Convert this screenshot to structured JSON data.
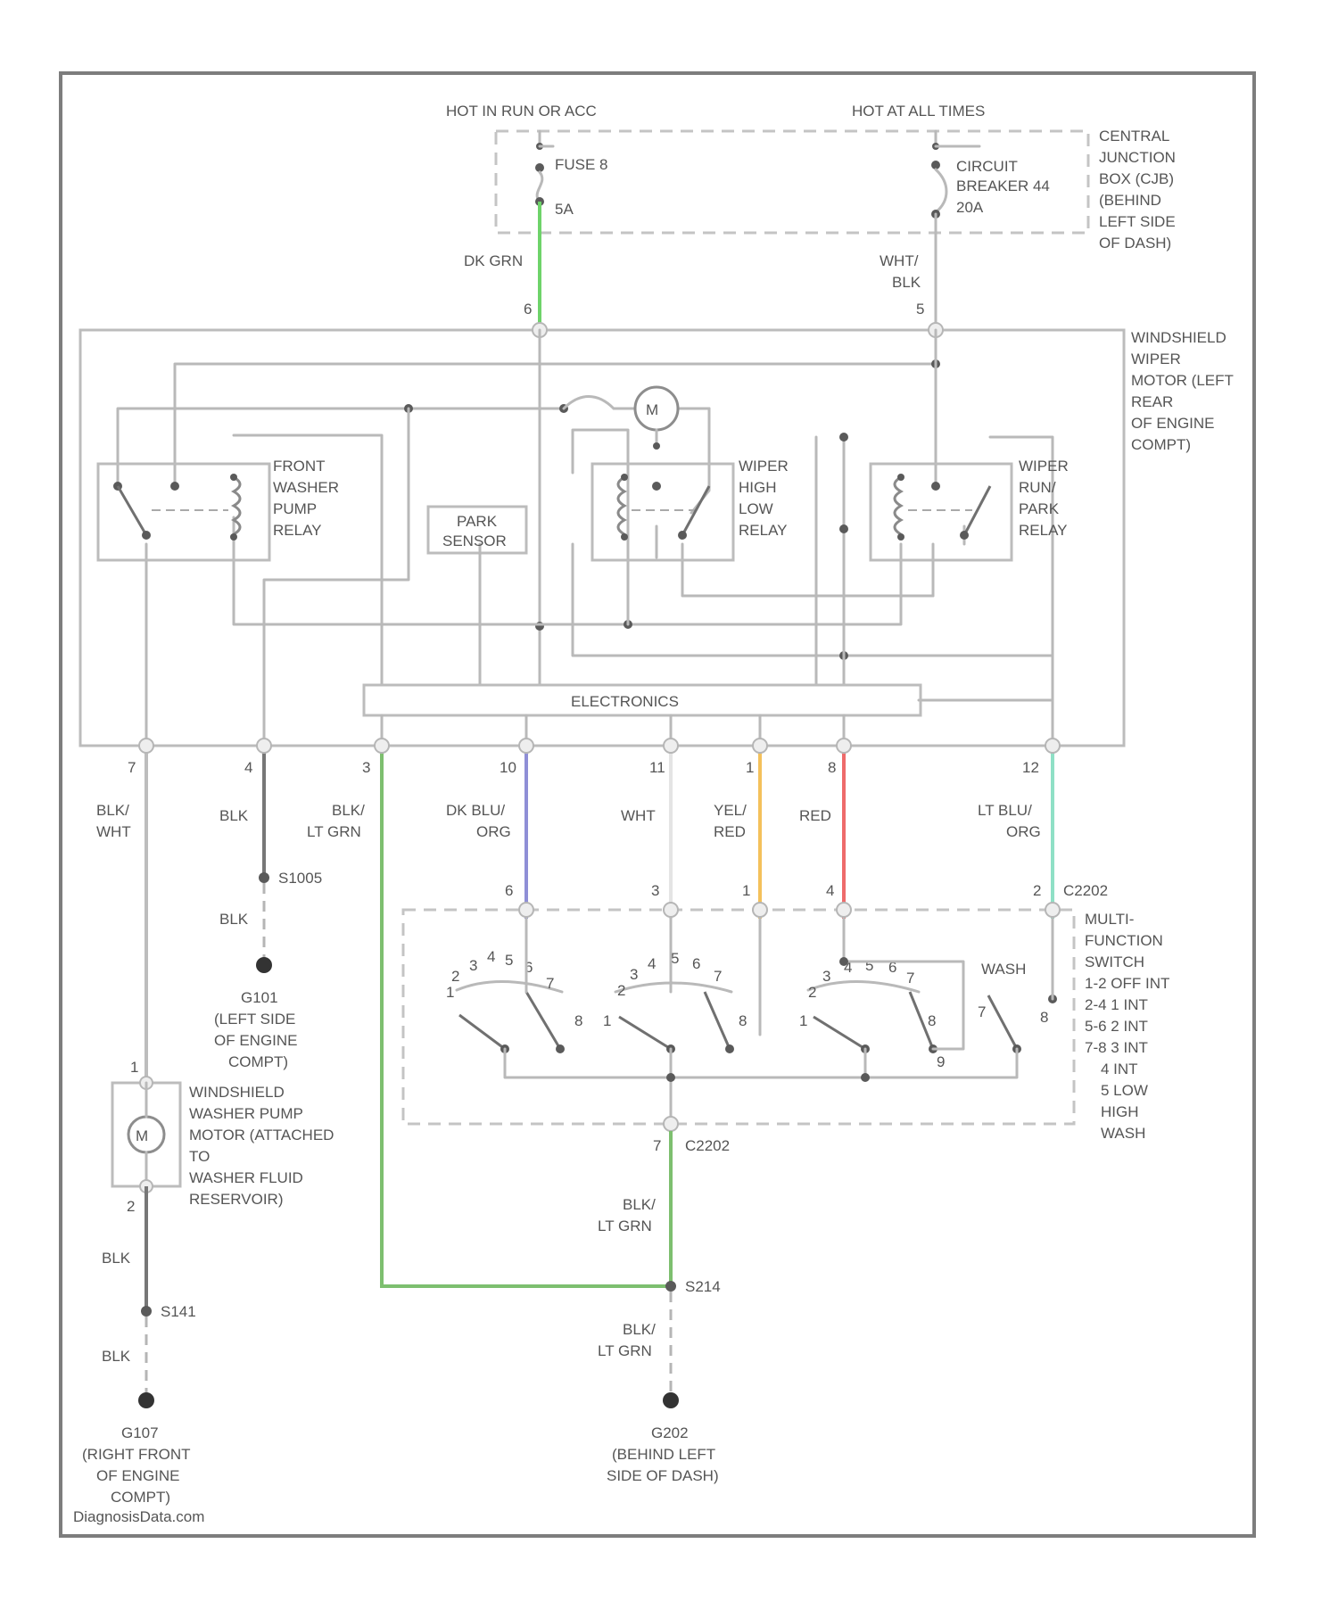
{
  "sources": {
    "run_acc": "HOT IN RUN OR ACC",
    "at_all_times": "HOT AT ALL TIMES"
  },
  "fuse": {
    "name": "FUSE 8",
    "rating": "5A"
  },
  "breaker": {
    "line1": "CIRCUIT",
    "line2": "BREAKER 44",
    "line3": "20A"
  },
  "cjb": [
    "CENTRAL",
    "JUNCTION",
    "BOX (CJB)",
    "(BEHIND",
    "LEFT SIDE",
    "OF DASH)"
  ],
  "motor_module": [
    "WINDSHIELD",
    "WIPER",
    "MOTOR (LEFT",
    "REAR",
    "OF ENGINE",
    "COMPT)"
  ],
  "relays": {
    "washer": [
      "FRONT",
      "WASHER",
      "PUMP",
      "RELAY"
    ],
    "high_low": [
      "WIPER",
      "HIGH",
      "LOW",
      "RELAY"
    ],
    "run_park": [
      "WIPER",
      "RUN/",
      "PARK",
      "RELAY"
    ]
  },
  "park_sensor": [
    "PARK",
    "SENSOR"
  ],
  "electronics": "ELECTRONICS",
  "motor_symbol": "M",
  "top_wires": {
    "left": {
      "color_label": "DK GRN",
      "pin": "6",
      "hex": "#6ed36a"
    },
    "right": {
      "color_label": "WHT/\nBLK",
      "pin": "5"
    }
  },
  "bottom_pins": [
    {
      "pin": "7",
      "label": "BLK/\nWHT",
      "hex": "#bdbdbd"
    },
    {
      "pin": "4",
      "label": "BLK",
      "hex": "#777777"
    },
    {
      "pin": "3",
      "label": "BLK/\nLT GRN",
      "hex": "#7dbf6f"
    },
    {
      "pin": "10",
      "label": "DK BLU/\nORG",
      "hex": "#8f8fd6"
    },
    {
      "pin": "11",
      "label": "WHT",
      "hex": "#e4e4e4"
    },
    {
      "pin": "1",
      "label": "YEL/\nRED",
      "hex": "#f4c15b"
    },
    {
      "pin": "8",
      "label": "RED",
      "hex": "#ee6b6b"
    },
    {
      "pin": "12",
      "label": "LT BLU/\nORG",
      "hex": "#8fe0c6"
    }
  ],
  "switch_pins": [
    "6",
    "3",
    "1",
    "4",
    "2"
  ],
  "connectors": {
    "c2202": "C2202",
    "c2202_bottom_pin": "7",
    "s1005": "S1005",
    "s141": "S141",
    "s214": "S214"
  },
  "grounds": {
    "g101": [
      "G101",
      "(LEFT SIDE",
      "OF ENGINE",
      "COMPT)"
    ],
    "g107": [
      "G107",
      "(RIGHT FRONT",
      "OF ENGINE",
      "COMPT)"
    ],
    "g202": [
      "G202",
      "(BEHIND LEFT",
      "SIDE OF DASH)"
    ]
  },
  "wire_labels": {
    "blk_a": "BLK",
    "blk_b": "BLK",
    "blk_c": "BLK",
    "blk_ltgrn_a": "BLK/\nLT GRN",
    "blk_ltgrn_b": "BLK/\nLT GRN"
  },
  "pump": {
    "label": [
      "WINDSHIELD",
      "WASHER PUMP",
      "MOTOR (ATTACHED",
      "TO",
      "WASHER FLUID",
      "RESERVOIR)"
    ],
    "pin_top": "1",
    "pin_bottom": "2",
    "symbol": "M"
  },
  "multifunction": {
    "label": [
      "MULTI-",
      "FUNCTION",
      "SWITCH",
      "1-2 OFF INT",
      "2-4 1 INT",
      "5-6 2 INT",
      "7-8 3 INT",
      "4 INT",
      "5 LOW",
      "HIGH",
      "WASH"
    ],
    "wash": "WASH",
    "wash_pins": [
      "7",
      "8"
    ]
  },
  "watermark": "DiagnosisData.com"
}
